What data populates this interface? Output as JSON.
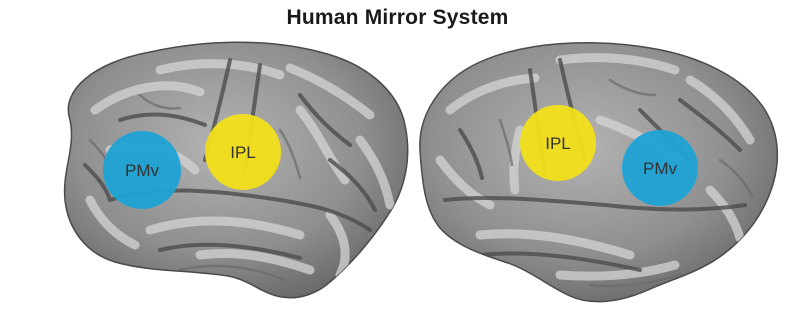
{
  "title": "Human Mirror System",
  "colors": {
    "region_blue": "#1ea3d6",
    "region_yellow": "#f2df1a",
    "cortex_base": "#8e8e8e",
    "cortex_light": "#c9c9c9",
    "cortex_dark": "#565656"
  },
  "hemispheres": [
    {
      "name": "left hemisphere, lateral view",
      "regions": [
        {
          "label": "PMv",
          "color": "region_blue"
        },
        {
          "label": "IPL",
          "color": "region_yellow"
        }
      ]
    },
    {
      "name": "right hemisphere, lateral view",
      "regions": [
        {
          "label": "IPL",
          "color": "region_yellow"
        },
        {
          "label": "PMv",
          "color": "region_blue"
        }
      ]
    }
  ]
}
